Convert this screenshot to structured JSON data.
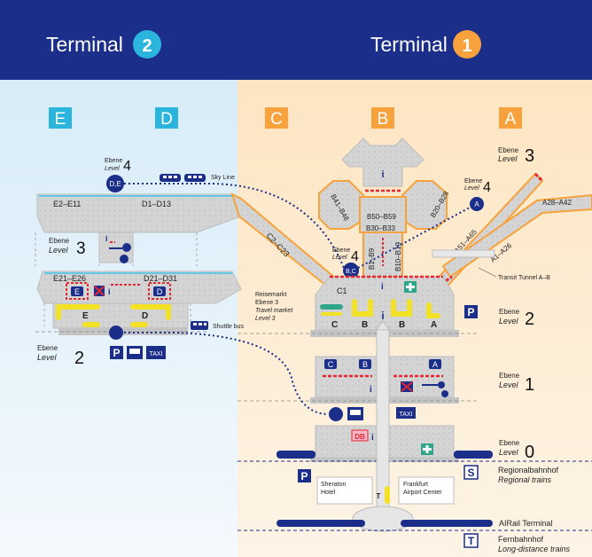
{
  "header": {
    "terminal2_label": "Terminal",
    "terminal2_number": "2",
    "terminal1_label": "Terminal",
    "terminal1_number": "1"
  },
  "piers": {
    "E": "E",
    "D": "D",
    "C": "C",
    "B": "B",
    "A": "A"
  },
  "levels": {
    "t2_level4": {
      "de": "Ebene",
      "en": "Level",
      "num": "4"
    },
    "t2_level3": {
      "de": "Ebene",
      "en": "Level",
      "num": "3"
    },
    "t2_level2": {
      "de": "Ebene",
      "en": "Level",
      "num": "2"
    },
    "t1_level3": {
      "de": "Ebene",
      "en": "Level",
      "num": "3"
    },
    "t1_level4": {
      "de": "Ebene",
      "en": "Level",
      "num": "4"
    },
    "t1_bc_level4": {
      "de": "Ebene",
      "en": "Level",
      "num": "4"
    },
    "t1_level2": {
      "de": "Ebene",
      "en": "Level",
      "num": "2"
    },
    "t1_level1": {
      "de": "Ebene",
      "en": "Level",
      "num": "1"
    },
    "t1_level0": {
      "de": "Ebene",
      "en": "Level",
      "num": "0"
    }
  },
  "gates": {
    "e2_e11": "E2–E11",
    "d1_d13": "D1–D13",
    "e21_e26": "E21–E26",
    "d21_d31": "D21–D31",
    "c2_c23": "C2–C23",
    "c1": "C1",
    "b41_b48": "B41–B48",
    "b50_b59": "B50–B59",
    "b20_b28": "B20–B28",
    "b30_b33": "B30–B33",
    "b1_b9": "B1–B9",
    "b10_b19": "B10–B19",
    "a51_a65": "A51–A65",
    "a1_a26": "A1–A26",
    "a28_a42": "A28–A42"
  },
  "skytrain": {
    "de_stop": "D,E",
    "bc_stop": "B,C",
    "a_stop": "A",
    "label": "Sky Line"
  },
  "labels": {
    "shuttle_bus": "Shuttle bus",
    "transit_tunnel": "Transit Tunnel A–B",
    "market_de": "Reisemarkt",
    "market_de2": "Ebene 3",
    "market_en": "Travel market",
    "market_en2": "Level 3",
    "taxi": "TAXI",
    "parking": "P",
    "db": "DB",
    "info": "i",
    "sheraton_1": "Sheraton",
    "sheraton_2": "Hotel",
    "fac_1": "Frankfurt",
    "fac_2": "Airport Center",
    "train_t": "T",
    "regional_de": "Regionalbahnhof",
    "regional_en": "Regional trains",
    "regional_s": "S",
    "airrail": "AIRail Terminal",
    "fern_de": "Fernbahnhof",
    "fern_en": "Long-distance trains",
    "fern_t": "T"
  },
  "level2_zone_letters": {
    "c": "C",
    "b1": "B",
    "b2": "B",
    "a": "A"
  },
  "level1_badges": {
    "c": "C",
    "b": "B",
    "a": "A"
  },
  "t2_checkin": {
    "e": "E",
    "d": "D"
  },
  "t2_zone_letters": {
    "e": "E",
    "d": "D"
  },
  "colors": {
    "navy": "#1b2e8a",
    "t2_blue": "#2bb4dc",
    "t1_orange": "#f7a23c",
    "floor_gray": "#d3d3d3",
    "red_dash": "#e3262f",
    "yellow": "#f3e125",
    "green": "#2fa58a"
  }
}
